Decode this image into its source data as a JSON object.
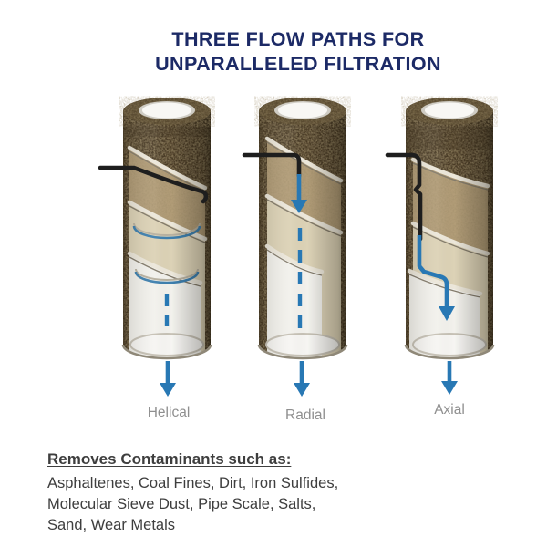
{
  "title": {
    "line1": "THREE FLOW PATHS FOR",
    "line2": "UNPARALLELED FILTRATION"
  },
  "cylinders": [
    {
      "label": "Helical",
      "flow_type": "helical"
    },
    {
      "label": "Radial",
      "flow_type": "radial"
    },
    {
      "label": "Axial",
      "flow_type": "axial"
    }
  ],
  "footer": {
    "heading": "Removes Contaminants such as:",
    "lines": [
      "Asphaltenes, Coal Fines, Dirt, Iron Sulfides,",
      "Molecular Sieve Dust, Pipe Scale, Salts,",
      "Sand, Wear Metals"
    ]
  },
  "colors": {
    "background": "#ffffff",
    "title-navy": "#1c2a66",
    "flow-blue": "#2878b4",
    "tube-blue": "#3d7fae",
    "inlet-black": "#1e1e1e",
    "label-gray": "#8f8f8f",
    "text-dark": "#3e3e3e",
    "shell-brown": "#483b28",
    "shell-speck": "#9b8a66",
    "band-tan": "#b29d78",
    "band-cream": "#dcd2b6",
    "band-white": "#f2f1ec",
    "flange-light": "#ece7da",
    "flange-edge": "#837b6b",
    "cap-ring": "#cfccc4",
    "cap-hole": "#f8f7f4"
  }
}
